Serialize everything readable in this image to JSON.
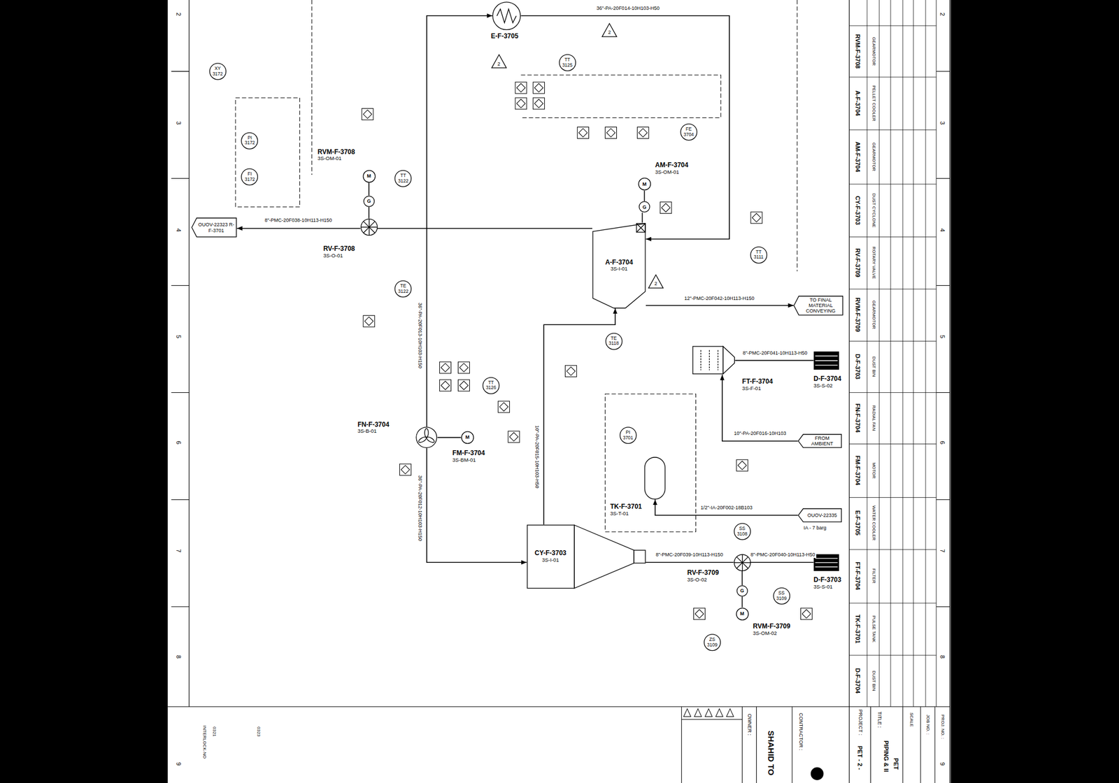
{
  "diagram": {
    "nodes": [
      {
        "text": [
          "E-F-3705"
        ]
      },
      {
        "text": [
          "M",
          "RVM-F-3708",
          "3S-OM-01"
        ]
      },
      {
        "text": [
          "G"
        ]
      },
      {
        "text": [
          "RV-F-3708",
          "3S-O-01"
        ]
      },
      {
        "text": [
          "A-F-3704",
          "3S-I-01"
        ]
      },
      {
        "text": [
          "M",
          "AM-F-3704",
          "3S-OM-01"
        ]
      },
      {
        "text": [
          "G"
        ]
      },
      {
        "text": [
          "FN-F-3704",
          "3S-B-01"
        ]
      },
      {
        "text": [
          "M",
          "FM-F-3704",
          "3S-BM-01"
        ]
      },
      {
        "text": [
          "CY-F-3703",
          "3S-I-01"
        ]
      },
      {
        "text": [
          "FT-F-3704",
          "3S-F-01"
        ]
      },
      {
        "text": [
          "TK-F-3701",
          "3S-T-01"
        ]
      },
      {
        "text": [
          "RV-F-3709",
          "3S-O-02"
        ]
      },
      {
        "text": [
          "G"
        ]
      },
      {
        "text": [
          "M",
          "RVM-F-3709",
          "3S-OM-02"
        ]
      },
      {
        "text": [
          "D-F-3703",
          "3S-S-01"
        ]
      },
      {
        "text": [
          "D-F-3704",
          "3S-S-02"
        ]
      },
      {
        "text": [
          "OUOV-22323 R-F-3701"
        ]
      },
      {
        "text": [
          "TO FINAL MATERIAL CONVEYING"
        ]
      },
      {
        "text": [
          "FROM AMBIENT"
        ]
      },
      {
        "text": [
          "OUOV-22335",
          "IA - 7 barg"
        ]
      },
      {
        "text": [
          "2"
        ]
      },
      {
        "text": [
          "2"
        ]
      },
      {
        "text": [
          "2"
        ]
      },
      {
        "text": [
          "PI",
          "3172"
        ]
      },
      {
        "text": [
          "FI",
          "3172"
        ]
      },
      {
        "text": [
          "TT",
          "3122"
        ]
      },
      {
        "text": [
          "TE",
          "3122"
        ]
      },
      {
        "text": [
          "TT",
          "3125"
        ]
      },
      {
        "text": [
          "FE",
          "3704"
        ]
      },
      {
        "text": [
          "TT",
          "3111"
        ]
      },
      {
        "text": [
          "TE",
          "3118"
        ]
      },
      {
        "text": [
          "TT",
          "3126"
        ]
      },
      {
        "text": [
          "SS",
          "3109"
        ]
      },
      {
        "text": [
          "ZS",
          "3109"
        ]
      },
      {
        "text": [
          "SS",
          "3108"
        ]
      },
      {
        "text": [
          "PI",
          "3701"
        ]
      },
      {
        "text": [
          "XY",
          "3172"
        ]
      }
    ],
    "edges": [
      {
        "from": 4,
        "to": 3,
        "arrow": "none"
      },
      {
        "from": 3,
        "to": 17,
        "label": "8\"-PMC-20F038-10H113-H150",
        "arrow": "to"
      },
      {
        "from": 7,
        "to": 9,
        "label": "36\"-PA-20F012-10H103-H150",
        "arrow": "to"
      },
      {
        "from": 7,
        "to": 0,
        "label": "36\"-PA-20F013-10H103-H150",
        "arrow": "to"
      },
      {
        "from": 0,
        "to": 4,
        "label": "36\"-PA-20F014-10H103-H50",
        "arrow": "to"
      },
      {
        "from": 9,
        "to": 4,
        "label": "10\"-PA-20F015-10H103-H50",
        "arrow": "to"
      },
      {
        "from": 9,
        "to": 12,
        "label": "8\"-PMC-20F039-10H113-H150",
        "arrow": "none"
      },
      {
        "from": 12,
        "to": 15,
        "label": "8\"-PMC-20F040-10H113-H50",
        "arrow": "none"
      },
      {
        "from": 10,
        "to": 16,
        "label": "8\"-PMC-20F041-10H113-H50",
        "arrow": "none"
      },
      {
        "from": 4,
        "to": 18,
        "label": "12\"-PMC-20F042-10H113-H150",
        "arrow": "to"
      },
      {
        "from": 19,
        "to": 10,
        "label": "10\"-PA-20F016-10H103",
        "arrow": "to"
      },
      {
        "from": 20,
        "to": 11,
        "label": "1/2\"-IA-20F002-18B103",
        "arrow": "to"
      },
      {
        "from": 1,
        "to": 2,
        "arrow": "none"
      },
      {
        "from": 2,
        "to": 3,
        "arrow": "none"
      },
      {
        "from": 5,
        "to": 6,
        "arrow": "none"
      },
      {
        "from": 6,
        "to": 4,
        "arrow": "none"
      },
      {
        "from": 8,
        "to": 7,
        "arrow": "none"
      },
      {
        "from": 14,
        "to": 13,
        "arrow": "none"
      },
      {
        "from": 13,
        "to": 12,
        "arrow": "none"
      }
    ],
    "labels": [
      "2",
      "3",
      "4",
      "5",
      "6",
      "7",
      "8",
      "9",
      "2",
      "3",
      "4",
      "5",
      "6",
      "7",
      "8",
      "9",
      "0321",
      "0323",
      "INTERLOCK-NO",
      "RVM-F-3708",
      "A-F-3704",
      "AM-F-3704",
      "CY-F-3703",
      "RV-F-3709",
      "RVM-F-3709",
      "D-F-3703",
      "FN-F-3704",
      "FM-F-3704",
      "E-F-3705",
      "FT-F-3704",
      "TK-F-3701",
      "D-F-3704",
      "GEARMOTOR",
      "PELLET COOLER",
      "GEARMOTOR",
      "DUST CYCLONE",
      "ROTARY VALVE",
      "GEARMOTOR",
      "DUST BIN",
      "RADIAL FAN",
      "MOTOR",
      "WATER COOLER",
      "FILTER",
      "PULSE TANK",
      "DUST BIN",
      "PROJECT :",
      "PET - 2 -",
      "TITLE :",
      "PIPING & II",
      "PET",
      "SCALE",
      "JOB NO. :",
      "PROJ. NO. :",
      "CONTRACTOR :",
      "OWNER :",
      "SHAHID TO"
    ]
  }
}
